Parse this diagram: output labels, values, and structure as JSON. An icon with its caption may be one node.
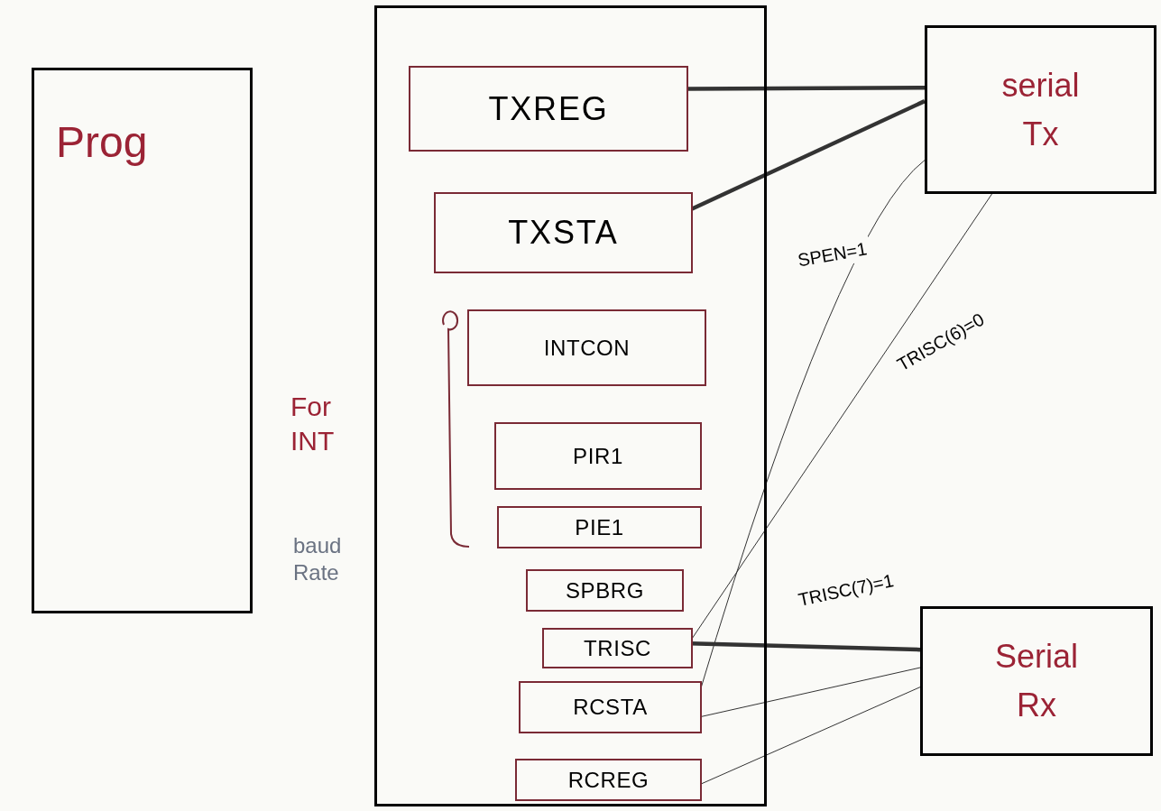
{
  "diagram": {
    "nodes": [
      {
        "text": [
          "Prog"
        ]
      },
      {
        "text": [],
        "shape": "box"
      },
      {
        "text": [
          "TXREG"
        ],
        "in": 1
      },
      {
        "text": [
          "TXSTA"
        ],
        "in": 1
      },
      {
        "text": [
          "INTCON"
        ],
        "in": 1
      },
      {
        "text": [
          "PIR1"
        ],
        "in": 1
      },
      {
        "text": [
          "PIE1"
        ],
        "in": 1
      },
      {
        "text": [
          "SPBRG"
        ],
        "in": 1
      },
      {
        "text": [
          "TRISC"
        ],
        "in": 1
      },
      {
        "text": [
          "RCSTA"
        ],
        "in": 1
      },
      {
        "text": [
          "RCREG"
        ],
        "in": 1
      },
      {
        "text": [
          "serial Tx"
        ]
      },
      {
        "text": [
          "Serial Rx"
        ]
      }
    ],
    "edges": [
      {
        "from": 2,
        "to": 11,
        "arrow": "none",
        "style": "thick"
      },
      {
        "from": 3,
        "to": 11,
        "arrow": "none",
        "style": "thick"
      },
      {
        "from": 9,
        "to": 11,
        "arrow": "none",
        "label": "SPEN=1"
      },
      {
        "from": 8,
        "to": 11,
        "arrow": "none",
        "label": "TRISC(6)=0"
      },
      {
        "from": 8,
        "to": 12,
        "arrow": "none",
        "label": "TRISC(7)=1",
        "style": "thick"
      },
      {
        "from": 9,
        "to": 12,
        "arrow": "none"
      },
      {
        "from": 10,
        "to": 12,
        "arrow": "none"
      }
    ],
    "labels": [
      "For INT",
      "baud Rate"
    ]
  }
}
